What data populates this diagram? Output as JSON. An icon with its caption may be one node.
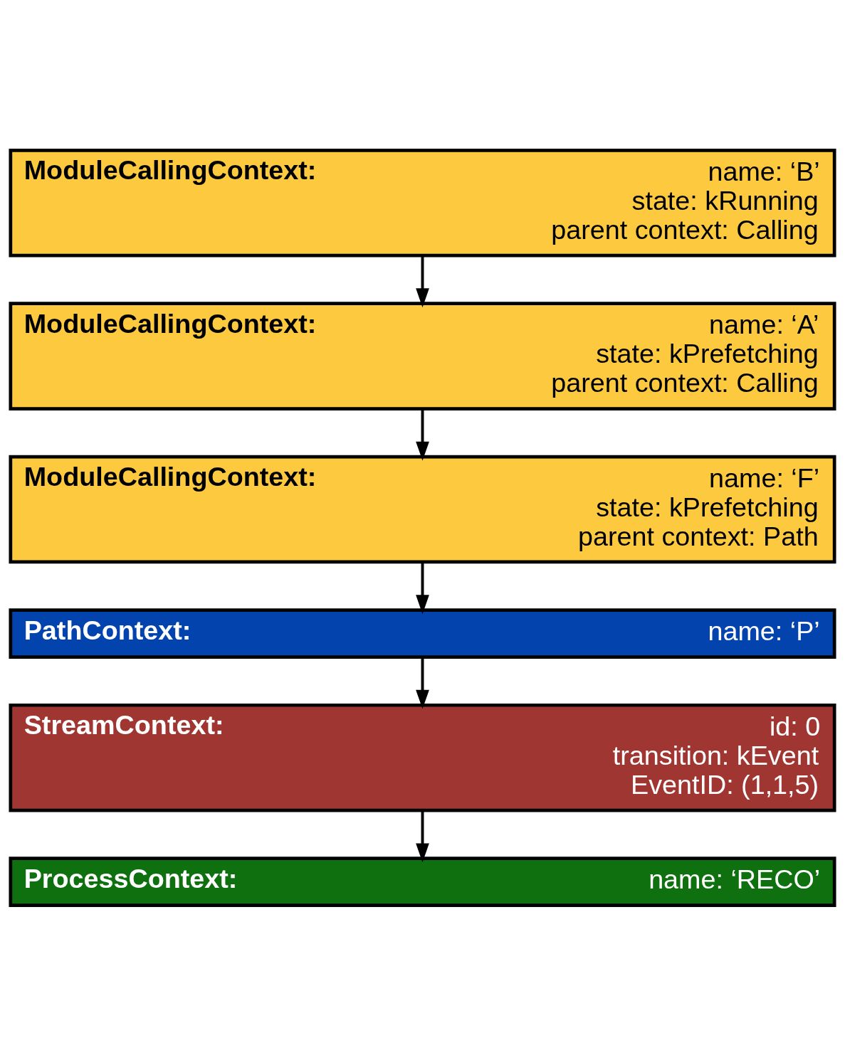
{
  "diagram": {
    "nodes": [
      {
        "text": [
          "ModuleCallingContext:",
          "name: ‘B’",
          "state: kRunning",
          "parent context: Calling"
        ]
      },
      {
        "text": [
          "ModuleCallingContext:",
          "name: ‘A’",
          "state: kPrefetching",
          "parent context: Calling"
        ]
      },
      {
        "text": [
          "ModuleCallingContext:",
          "name: ‘F’",
          "state: kPrefetching",
          "parent context: Path"
        ]
      },
      {
        "text": [
          "PathContext:",
          "name: ‘P’"
        ]
      },
      {
        "text": [
          "StreamContext:",
          "id: 0",
          "transition: kEvent",
          "EventID: (1,1,5)"
        ]
      },
      {
        "text": [
          "ProcessContext:",
          "name: ‘RECO’"
        ]
      }
    ],
    "edges": [
      {
        "from": 0,
        "to": 1,
        "arrow": "to"
      },
      {
        "from": 1,
        "to": 2,
        "arrow": "to"
      },
      {
        "from": 2,
        "to": 3,
        "arrow": "to"
      },
      {
        "from": 3,
        "to": 4,
        "arrow": "to"
      },
      {
        "from": 4,
        "to": 5,
        "arrow": "to"
      }
    ]
  }
}
